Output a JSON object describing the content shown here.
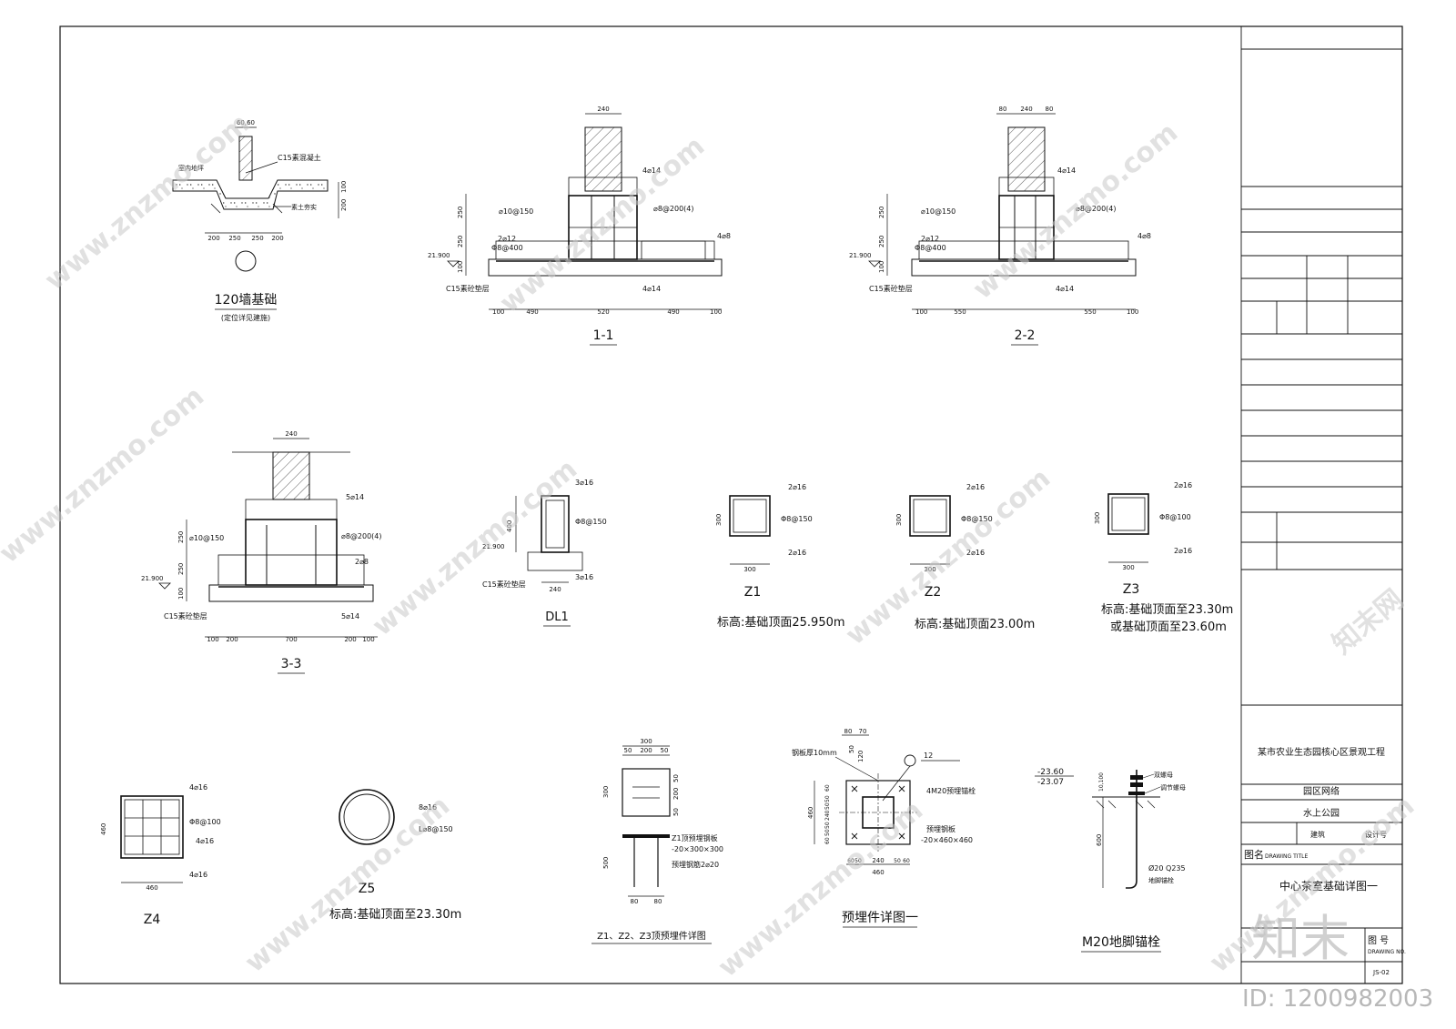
{
  "title_block": {
    "project": "某市农业生态园核心区景观工程",
    "unit": "园区网络",
    "subitem": "水上公园",
    "cell_a": "建筑",
    "cell_b": "设计号",
    "drawing_name_label": "图名",
    "drawing_title_label": "DRAWING TITLE",
    "drawing_title": "中心茶室基础详图一",
    "drawing_no_label": "图 号",
    "drawing_no_en": "DRAWING NO.",
    "drawing_no": "JS-02"
  },
  "details": {
    "wall120": {
      "title": "120墙基础",
      "note": "(定位详见建施)",
      "dim_top": "60,60",
      "concrete": "C15素混凝土",
      "floor": "室内地坪",
      "soil": "素土夯实",
      "dims_bottom": [
        "200",
        "250",
        "250",
        "200"
      ],
      "dims_right": [
        "100",
        "200"
      ]
    },
    "s11": {
      "label": "1-1",
      "width": "240",
      "top_bars": "4⌀14",
      "stirrup": "⌀8@200(4)",
      "dist_bar": "⌀10@150",
      "side_bar": "2⌀12",
      "side_stirrup": "Φ8@400",
      "level": "21.900",
      "right_bar": "4⌀8",
      "bottom_bars": "4⌀14",
      "cushion": "C15素砼垫层",
      "dims_left": [
        "250",
        "250",
        "100"
      ],
      "dims_bottom": [
        "100",
        "490",
        "520",
        "490",
        "100"
      ]
    },
    "s22": {
      "label": "2-2",
      "width_dims": [
        "80",
        "240",
        "80"
      ],
      "top_bars": "4⌀14",
      "stirrup": "⌀8@200(4)",
      "dist_bar": "⌀10@150",
      "side_bar": "2⌀12",
      "side_stirrup": "Φ8@400",
      "level": "21.900",
      "right_bar": "4⌀8",
      "bottom_bars": "4⌀14",
      "cushion": "C15素砼垫层",
      "dims_left": [
        "250",
        "250",
        "100"
      ],
      "dims_bottom": [
        "100",
        "550",
        "550",
        "100"
      ]
    },
    "s33": {
      "label": "3-3",
      "width": "240",
      "top_bars": "5⌀14",
      "stirrup": "⌀8@200(4)",
      "dist_bar": "⌀10@150",
      "side_bar": "2⌀8",
      "level": "21.900",
      "bottom_bars": "5⌀14",
      "cushion": "C15素砼垫层",
      "dims_left": [
        "250",
        "250",
        "100"
      ],
      "dims_bottom": [
        "100",
        "200",
        "700",
        "200",
        "100"
      ]
    },
    "dl1": {
      "label": "DL1",
      "top": "3⌀16",
      "stirrup": "Φ8@150",
      "bottom": "3⌀16",
      "height": "400",
      "width": "240",
      "level": "21.900",
      "cushion": "C15素砼垫层"
    },
    "z1": {
      "label": "Z1",
      "top": "2⌀16",
      "stirrup": "Φ8@150",
      "bottom": "2⌀16",
      "h": "300",
      "w": "300",
      "elev": "标高:基础顶面25.950m"
    },
    "z2": {
      "label": "Z2",
      "top": "2⌀16",
      "stirrup": "Φ8@150",
      "bottom": "2⌀16",
      "h": "300",
      "w": "300",
      "elev": "标高:基础顶面23.00m"
    },
    "z3": {
      "label": "Z3",
      "top": "2⌀16",
      "stirrup": "Φ8@100",
      "bottom": "2⌀16",
      "h": "300",
      "w": "300",
      "elev1": "标高:基础顶面至23.30m",
      "elev2": "或基础顶面至23.60m"
    },
    "z4": {
      "label": "Z4",
      "top": "4⌀16",
      "stirrup": "Φ8@100",
      "mid": "4⌀16",
      "bottom": "4⌀16",
      "h": "460",
      "w": "460"
    },
    "z5": {
      "label": "Z5",
      "bars": "8⌀16",
      "stirrup": "L⌀8@150",
      "elev": "标高:基础顶面至23.30m"
    },
    "embed_z": {
      "label": "Z1、Z2、Z3顶预埋件详图",
      "top_dims": [
        "300",
        "50",
        "200",
        "50"
      ],
      "side_dims_a": [
        "300"
      ],
      "side_dims_b": [
        "50",
        "200",
        "50"
      ],
      "plate_note1": "Z1顶预埋钢板",
      "plate_note2": "-20×300×300",
      "bar_note": "预埋钢筋2⌀20",
      "h2": "500",
      "bottom_dims": [
        "80",
        "80"
      ]
    },
    "embed1": {
      "label": "预埋件详图一",
      "top_dims": [
        "80",
        "70"
      ],
      "weld": "钢板厚10mm",
      "slope": "12",
      "bolt": "4M20预埋锚栓",
      "plate": "预埋钢板",
      "plate_size": "-20×460×460",
      "side_dims": [
        "460",
        "60",
        "50",
        "50",
        "240",
        "50",
        "50",
        "60"
      ],
      "vdims": [
        "50",
        "120"
      ],
      "bottom_dims": [
        "60",
        "50",
        "240",
        "50",
        "60"
      ],
      "total": "460"
    },
    "anchor": {
      "label": "M20地脚锚栓",
      "lv1": "-23.60",
      "lv2": "-23.07",
      "nut1": "双螺母",
      "nut2": "调节螺母",
      "rod": "Ø20  Q235",
      "rod2": "地脚锚栓",
      "len": "600",
      "top": "10,100"
    }
  },
  "watermark": {
    "site": "www.znzmo.com",
    "brand": "知末网",
    "logo": "知末",
    "id": "ID: 1200982003"
  }
}
